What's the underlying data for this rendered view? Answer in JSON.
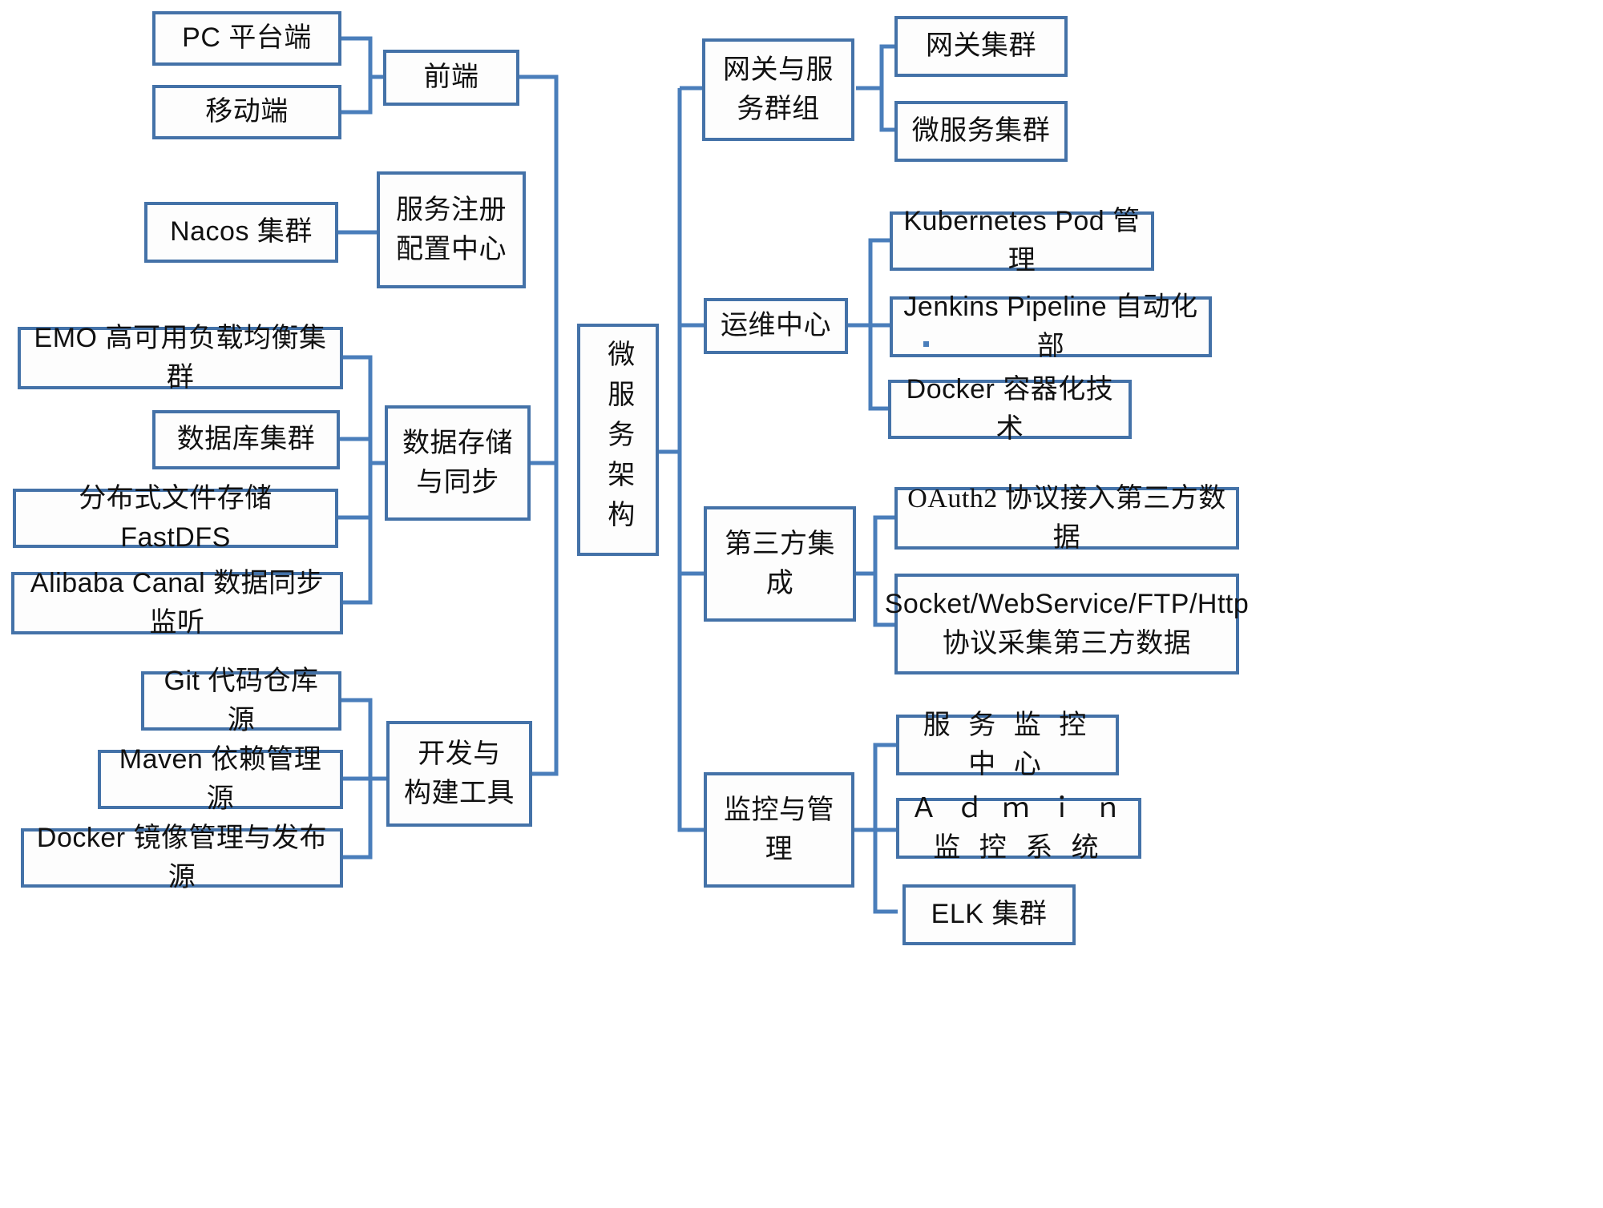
{
  "diagram": {
    "title": "微服务架构",
    "type": "mindmap",
    "accent_color": "#4472a8",
    "wire_color": "#4a7ebb",
    "background": "#ffffff",
    "center": {
      "label": "微服务架构",
      "orientation": "vertical"
    },
    "left_branches": [
      {
        "label": "前端",
        "children": [
          {
            "label": "PC 平台端"
          },
          {
            "label": "移动端"
          }
        ]
      },
      {
        "label": "服务注册\n配置中心",
        "children": [
          {
            "label": "Nacos 集群"
          }
        ]
      },
      {
        "label": "数据存储\n与同步",
        "children": [
          {
            "label": "EMO 高可用负载均衡集群"
          },
          {
            "label": "数据库集群"
          },
          {
            "label": "分布式文件存储  FastDFS"
          },
          {
            "label": "Alibaba Canal 数据同步监听"
          }
        ]
      },
      {
        "label": "开发与\n构建工具",
        "children": [
          {
            "label": "Git 代码仓库源"
          },
          {
            "label": "Maven 依赖管理源"
          },
          {
            "label": "Docker 镜像管理与发布源"
          }
        ]
      }
    ],
    "right_branches": [
      {
        "label": "网关与服\n务群组",
        "children": [
          {
            "label": "网关集群"
          },
          {
            "label": "微服务集群"
          }
        ]
      },
      {
        "label": "运维中心",
        "children": [
          {
            "label": "Kubernetes Pod 管理"
          },
          {
            "label": "Jenkins Pipeline 自动化部"
          },
          {
            "label": "Docker 容器化技术"
          }
        ]
      },
      {
        "label": "第三方集\n成",
        "children": [
          {
            "label": "OAuth2  协议接入第三方数据"
          },
          {
            "label": "Socket/WebService/FTP/Http\n协议采集第三方数据"
          }
        ]
      },
      {
        "label": "监控与管\n理",
        "children": [
          {
            "label": "服 务 监 控 中 心"
          },
          {
            "label": "Ａ ｄ ｍ ｉ ｎ 监 控 系 统"
          },
          {
            "label": "ELK 集群"
          }
        ]
      }
    ]
  }
}
